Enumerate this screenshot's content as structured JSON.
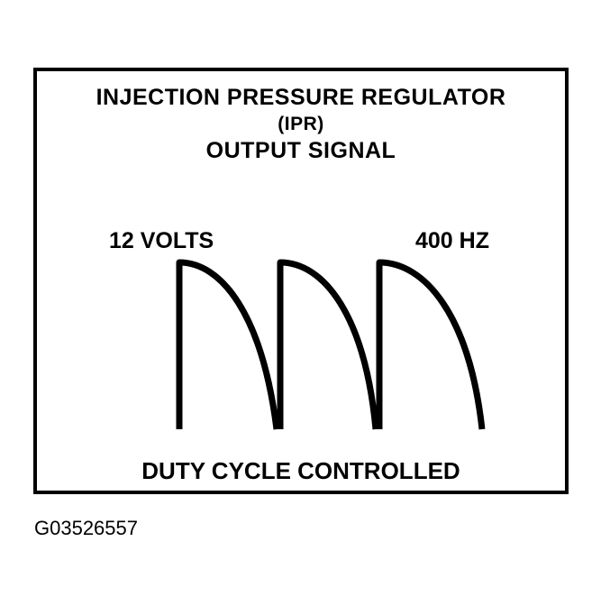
{
  "diagram": {
    "title_line1": "INJECTION PRESSURE REGULATOR",
    "title_line2": "(IPR)",
    "title_line3": "OUTPUT SIGNAL",
    "voltage_label": "12 VOLTS",
    "frequency_label": "400 HZ",
    "footer": "DUTY CYCLE CONTROLLED",
    "waveform": {
      "type": "decaying-pulse-train",
      "pulse_count": 3
    }
  },
  "figure_id": "G03526557",
  "colors": {
    "ink": "#000000",
    "background": "#ffffff"
  }
}
